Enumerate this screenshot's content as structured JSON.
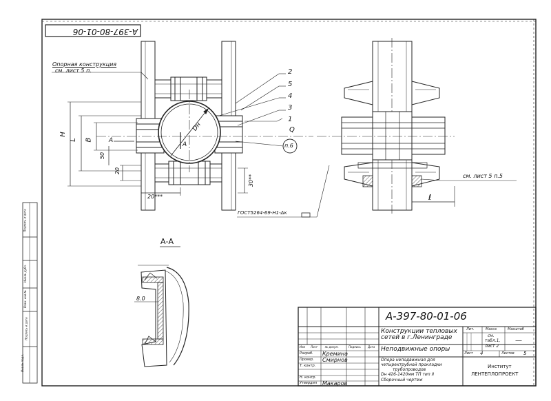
{
  "stamp": "A-397-80-01-06",
  "labels": {
    "support_note_line1": "Опорная конструкция",
    "support_note_line2": "см. лист 5  п.",
    "part_2": "2",
    "part_5": "5",
    "part_4": "4",
    "part_3": "3",
    "part_1": "1",
    "axis_q": "Q",
    "dim_h": "H",
    "dim_l": "L",
    "dim_b": "B",
    "section_a_left": "A",
    "section_a_right": "A",
    "dim_dn": "Dн",
    "dim_50": "50",
    "dim_20_vert": "20",
    "dim_20_bottom": "20***",
    "dim_30": "30**",
    "callout_p6": "п.6",
    "gost_note": "ГОСТ5264-69-Н1-Δк",
    "right_note": "см. лист 5  п.5",
    "dim_l_right": "ℓ",
    "section_title": "А-А",
    "dim_80": "8.0"
  },
  "title_block": {
    "doc_number": "А-397-80-01-06",
    "title_line1": "Конструкции тепловых",
    "title_line2": "сетей в г.Ленинграде",
    "title_line3": "Неподвижные опоры",
    "desc_line1": "Опора неподвижная для",
    "desc_line2": "четырехтрубной прокладки",
    "desc_line3": "трубопроводов",
    "desc_line4": "Dн 426-1420мм ТП тип II",
    "desc_line5": "Сборочный чертеж",
    "institute_line1": "Институт",
    "institute_line2": "ЛЕНТЕПЛОПРОЕКТ",
    "sheet_ref_line1": "см.",
    "sheet_ref_line2": "табл.1,",
    "sheet_ref_line3": "лист 2",
    "mass_dash": "—",
    "sheet_label": "Лист",
    "sheet_value": "4",
    "sheets_label": "Листов",
    "sheets_value": "5",
    "col_lit": "Лит.",
    "col_mass": "Масса",
    "col_scale": "Масштаб",
    "hdr_izm": "Изм",
    "hdr_list": "Лист",
    "hdr_doc": "№ докум.",
    "hdr_sign": "Подпись",
    "hdr_date": "Дата",
    "role_develop": "Разраб.",
    "role_check": "Провер.",
    "role_tcontrol": "Т. контр.",
    "role_ncontrol": "Н. контр.",
    "role_approve": "Утвердил",
    "name_develop": "Кремина",
    "name_check": "Смирнов",
    "name_approve": "Макаров"
  },
  "side_stamp": [
    "Инв.№ подл.",
    "Подпись и дата",
    "Взам. инв.№",
    "Инв.№ дубл.",
    "Подпись и дата"
  ]
}
